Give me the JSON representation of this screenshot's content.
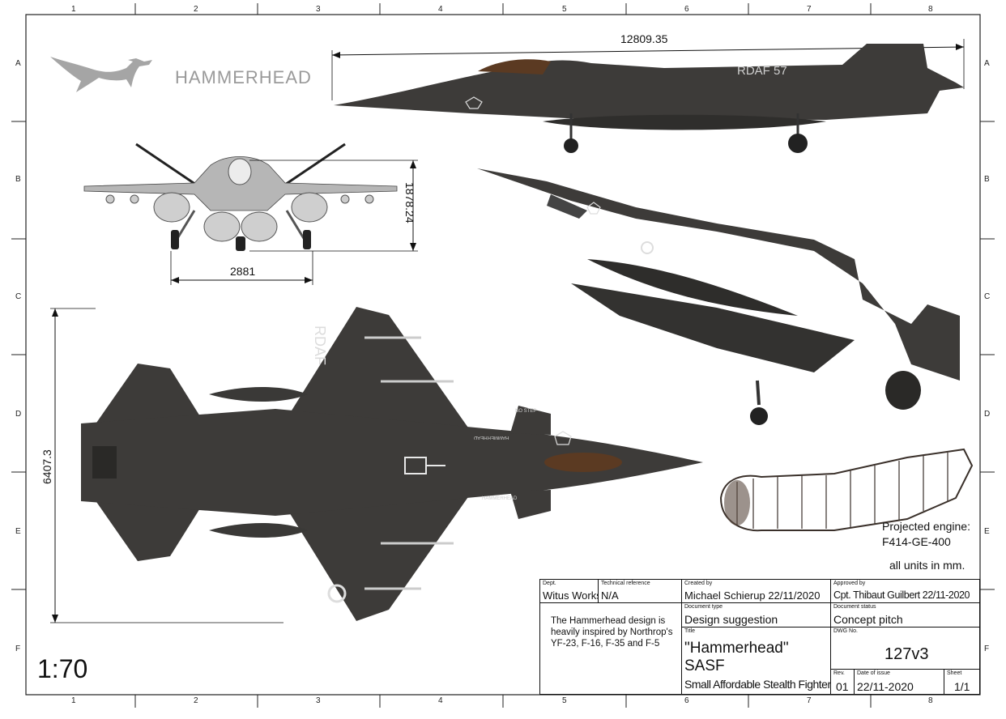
{
  "frame": {
    "columns": [
      "1",
      "2",
      "3",
      "4",
      "5",
      "6",
      "7",
      "8"
    ],
    "rows": [
      "A",
      "B",
      "C",
      "D",
      "E",
      "F"
    ]
  },
  "logo": {
    "text": "HAMMERHEAD",
    "icon": "hammerhead-shark-icon"
  },
  "dimensions": {
    "length": "12809.35",
    "height": "1878.24",
    "track": "2881",
    "span": "6407.3"
  },
  "markings": {
    "roundel_text_side": "RDAF 57",
    "roundel_text_top": "RDAF",
    "hammerhead_label": "HAMMERHEAD",
    "no_step": "NO STEP"
  },
  "scale": "1:70",
  "engine_note": {
    "line1": "Projected engine:",
    "line2": "F414-GE-400"
  },
  "units_note": "all units in mm.",
  "title_block": {
    "dept_label": "Dept.",
    "dept": "Witus Works",
    "tech_ref_label": "Technical reference",
    "tech_ref": "N/A",
    "created_by_label": "Created by",
    "created_by": "Michael Schierup 22/11/2020",
    "approved_by_label": "Approved by",
    "approved_by": "Cpt. Thibaut Guilbert 22/11-2020",
    "doc_type_label": "Document type",
    "doc_type": "Design suggestion",
    "doc_status_label": "Document status",
    "doc_status": "Concept pitch",
    "title_label": "Title",
    "title_line1": "\"Hammerhead\"",
    "title_line2": "SASF",
    "title_line3": "Small Affordable Stealth Fighter",
    "dwg_label": "DWG No.",
    "dwg": "127v3",
    "rev_label": "Rev.",
    "rev": "01",
    "date_label": "Date of issue",
    "date": "22/11-2020",
    "sheet_label": "Sheet",
    "sheet": "1/1",
    "inspiration": "The Hammerhead design is heavily inspired by Northrop's YF-23, F-16, F-35 and F-5"
  },
  "colors": {
    "aircraft": "#3d3b39",
    "aircraft_dark": "#2a2927",
    "line": "#111111",
    "logo": "#a5a5a5"
  }
}
